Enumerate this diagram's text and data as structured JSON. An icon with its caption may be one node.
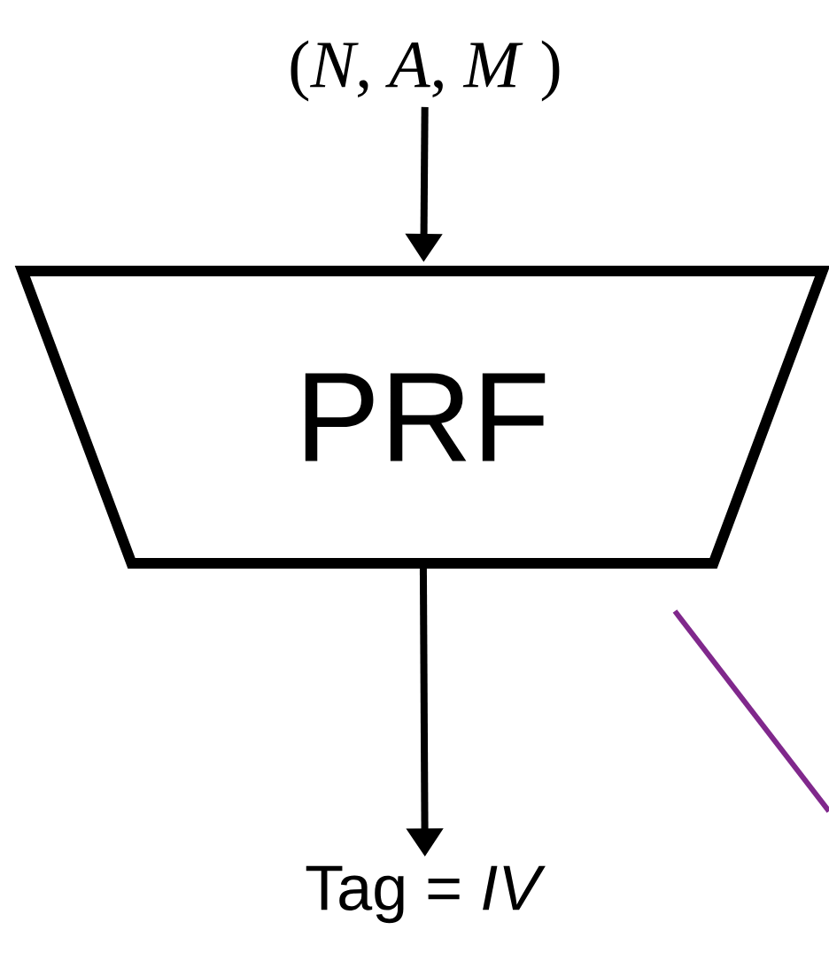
{
  "diagram": {
    "nodes": [
      {
        "text": [
          "(*N*, *A*, *M* )"
        ]
      },
      {
        "text": [
          "PRF"
        ]
      },
      {
        "text": [
          "Tag = *IV*"
        ]
      }
    ],
    "edges": [
      {
        "from": 0,
        "to": 1,
        "arrow": "to"
      },
      {
        "from": 1,
        "to": 2,
        "arrow": "to"
      }
    ]
  }
}
